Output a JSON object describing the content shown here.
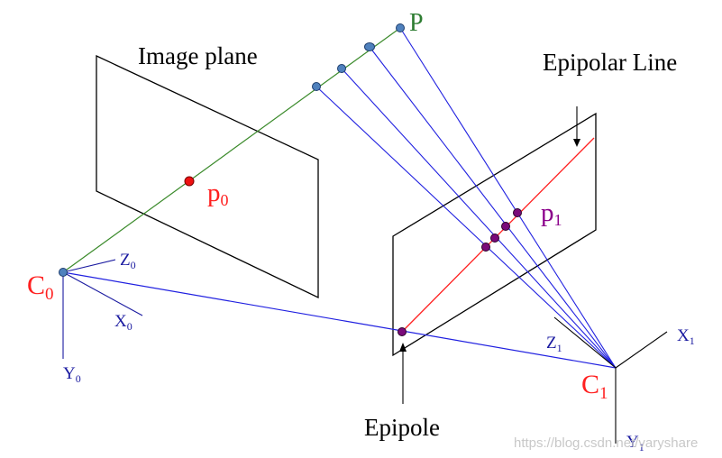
{
  "labels": {
    "image_plane": "Image plane",
    "epipolar_line": "Epipolar Line",
    "epipole": "Epipole",
    "point_P": "P",
    "c0_main": "C",
    "c0_sub": "0",
    "c1_main": "C",
    "c1_sub": "1",
    "p0_main": "p",
    "p0_sub": "0",
    "p1_main": "p",
    "p1_sub": "1",
    "z0_main": "Z",
    "z0_sub": "0",
    "x0_main": "X",
    "x0_sub": "0",
    "y0_main": "Y",
    "y0_sub": "0",
    "z1_main": "Z",
    "z1_sub": "1",
    "x1_main": "X",
    "x1_sub": "1",
    "y1_main": "Y",
    "y1_sub": "1"
  },
  "watermark": "https://blog.csdn.net/varyshare",
  "colors": {
    "ray_green": "#3a8a2a",
    "ray_blue": "#2020e0",
    "epipolar_red": "#ff2020",
    "label_red": "#ff2020",
    "label_green": "#2e7d32",
    "label_purple": "#8b008b",
    "axis_blue": "#1a1aa0",
    "point_blue": "#4f81bd",
    "point_purple": "#7a0a7a",
    "point_red": "#ee1111",
    "frame_black": "#000000"
  }
}
